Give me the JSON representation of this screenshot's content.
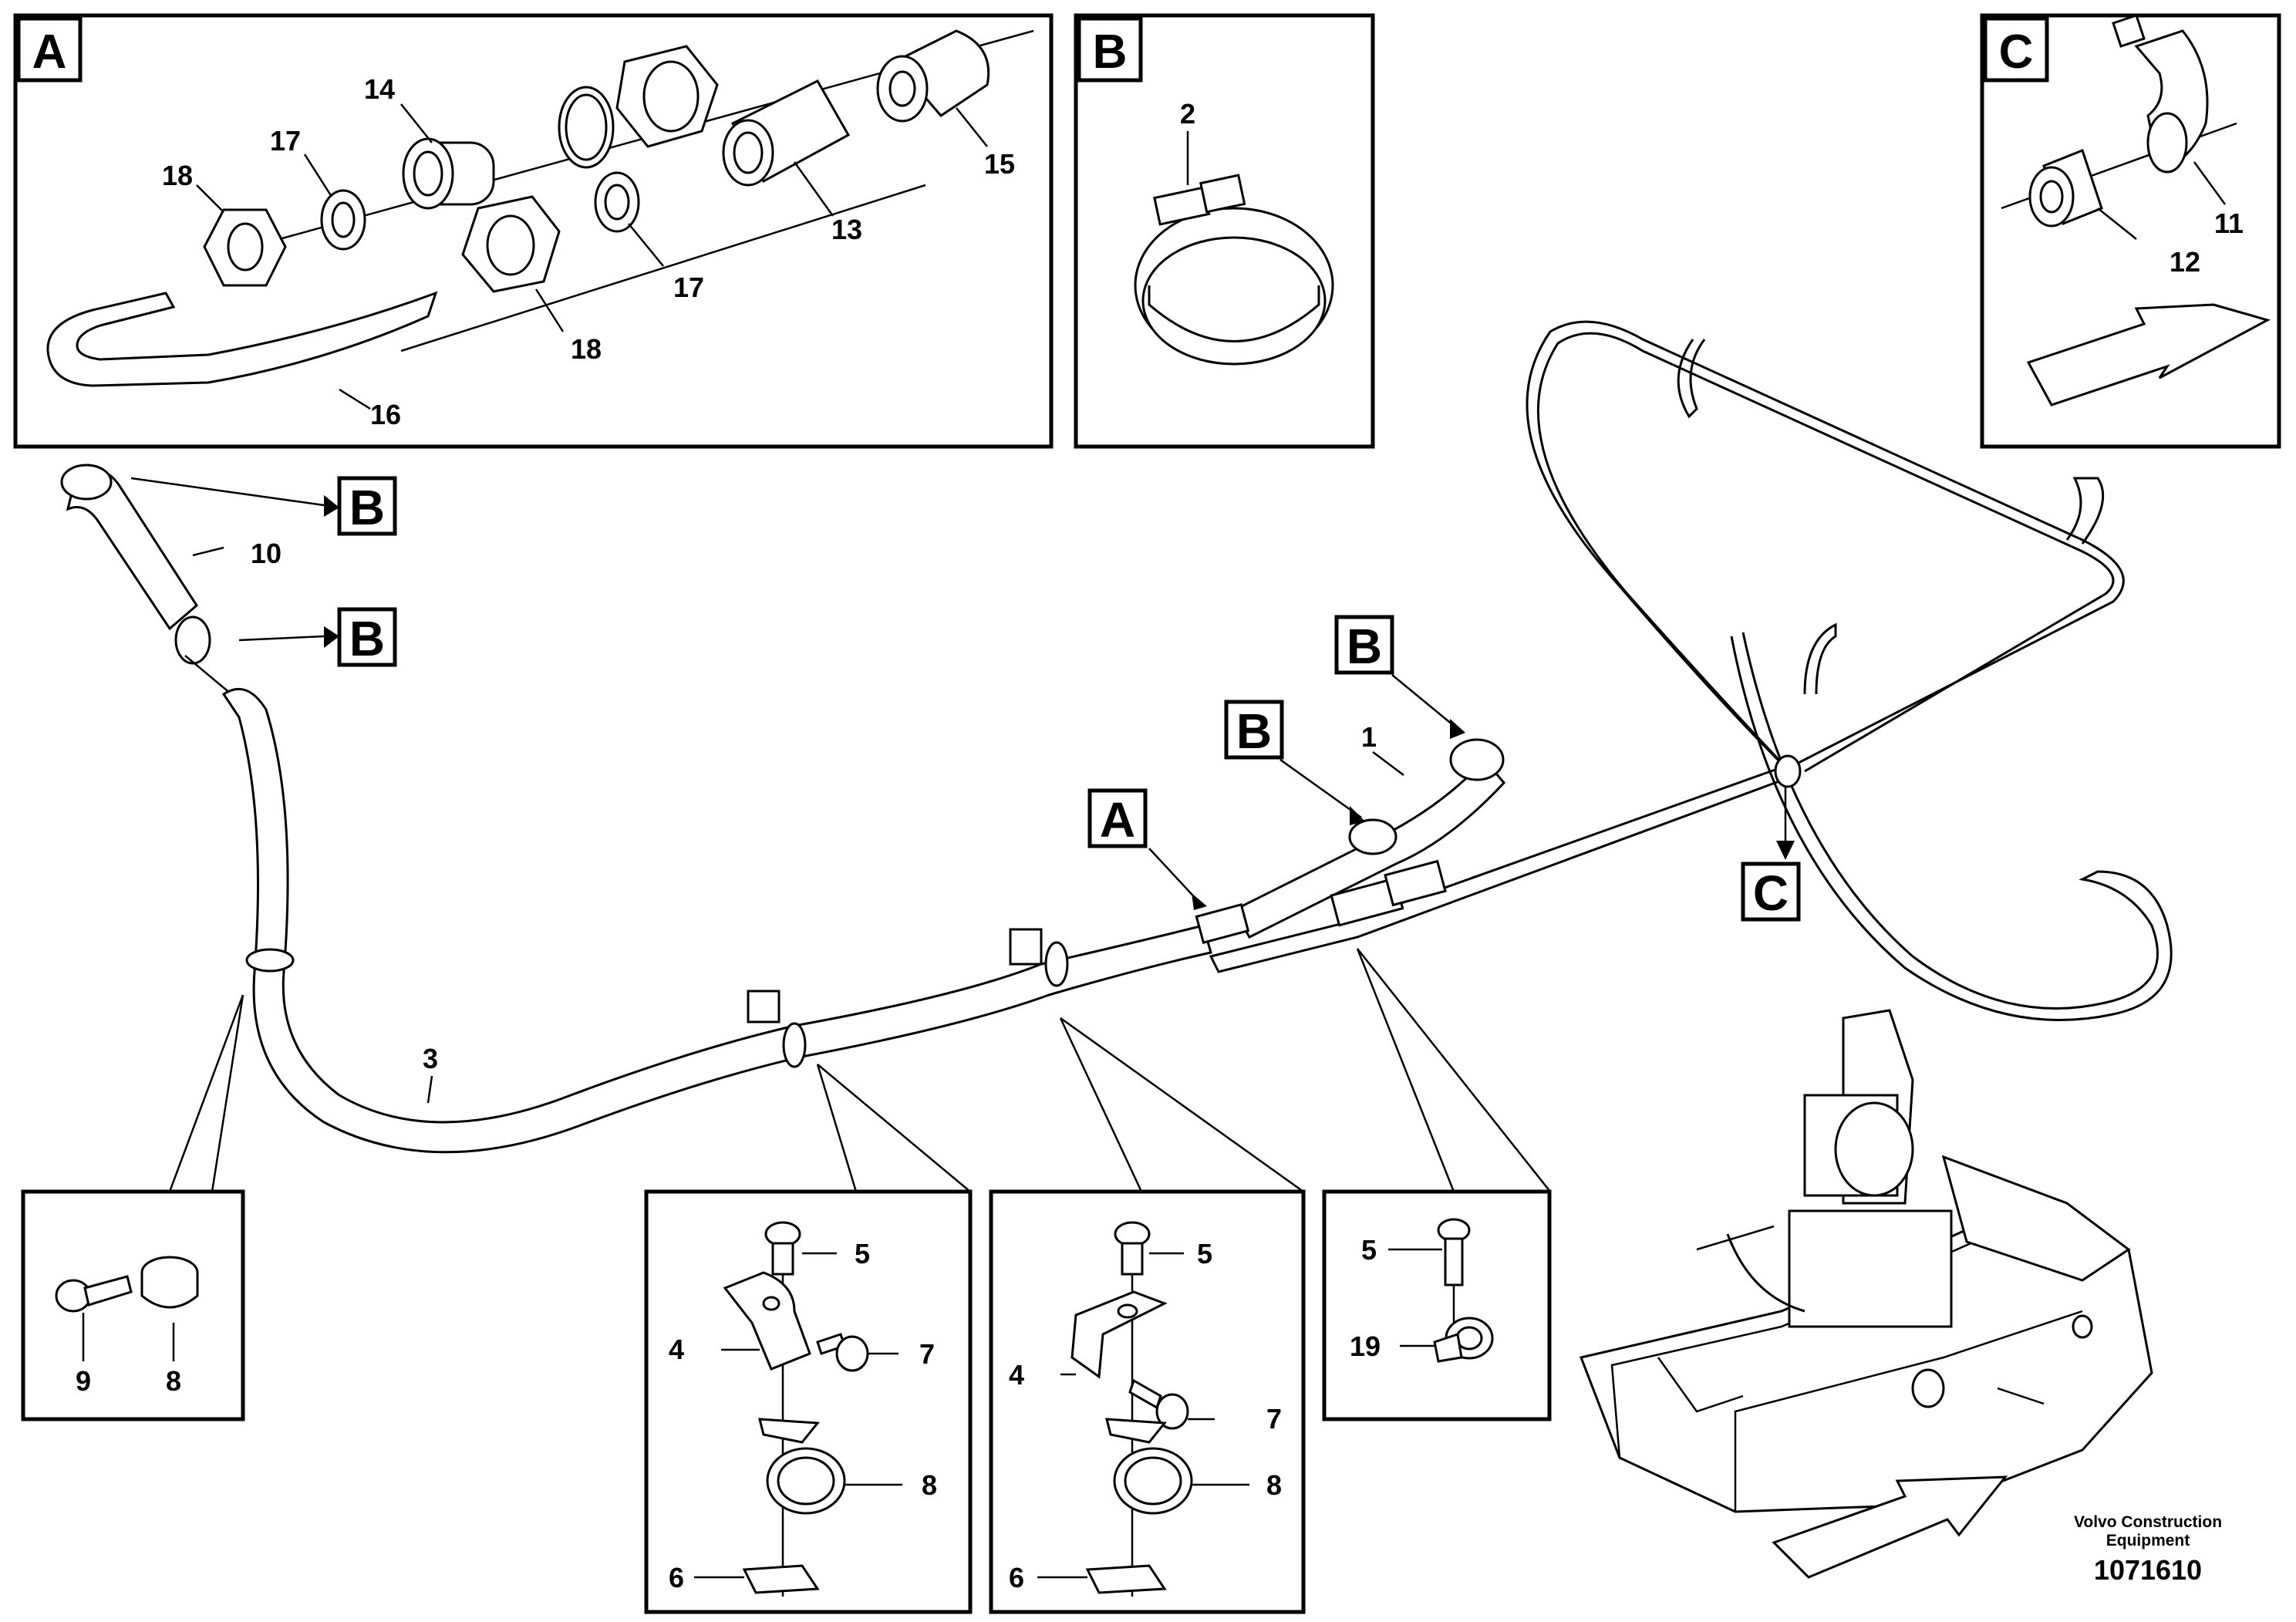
{
  "detail_A": {
    "tag": "A",
    "labels": [
      "18",
      "17",
      "14",
      "16",
      "18",
      "17",
      "13",
      "15"
    ]
  },
  "detail_B": {
    "tag": "B",
    "labels": [
      "2"
    ]
  },
  "detail_C": {
    "tag": "C",
    "labels": [
      "11",
      "12"
    ]
  },
  "main": {
    "ref_tags": [
      "B",
      "B",
      "B",
      "B",
      "A",
      "C"
    ],
    "labels": [
      "10",
      "1",
      "3"
    ]
  },
  "inset_clamp_9_8": {
    "labels": [
      "9",
      "8"
    ]
  },
  "inset_bracket_1": {
    "labels": [
      "5",
      "4",
      "7",
      "8",
      "6"
    ]
  },
  "inset_bracket_2": {
    "labels": [
      "5",
      "4",
      "7",
      "8",
      "6"
    ]
  },
  "inset_clip_19": {
    "labels": [
      "5",
      "19"
    ]
  },
  "footer": {
    "credit_line1": "Volvo Construction",
    "credit_line2": "Equipment",
    "drawing_number": "1071610"
  }
}
